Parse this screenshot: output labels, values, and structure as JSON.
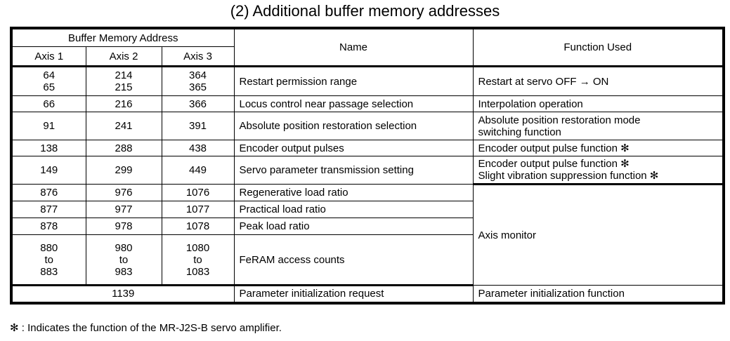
{
  "title": "(2) Additional buffer memory addresses",
  "table": {
    "group_header": "Buffer Memory Address",
    "columns": {
      "axis1": "Axis 1",
      "axis2": "Axis 2",
      "axis3": "Axis 3",
      "name": "Name",
      "function": "Function Used"
    },
    "rows": [
      {
        "axis1": "64\n65",
        "axis2": "214\n215",
        "axis3": "364\n365",
        "name": "Restart permission range",
        "function": "Restart at servo OFF → ON"
      },
      {
        "axis1": "66",
        "axis2": "216",
        "axis3": "366",
        "name": "Locus control near passage selection",
        "function": "Interpolation operation"
      },
      {
        "axis1": "91",
        "axis2": "241",
        "axis3": "391",
        "name": "Absolute position restoration selection",
        "function": "Absolute position restoration mode\nswitching function"
      },
      {
        "axis1": "138",
        "axis2": "288",
        "axis3": "438",
        "name": "Encoder output pulses",
        "function": "Encoder output pulse function ✻"
      },
      {
        "axis1": "149",
        "axis2": "299",
        "axis3": "449",
        "name": "Servo parameter transmission setting",
        "function": "Encoder output pulse function ✻\nSlight vibration suppression function ✻"
      },
      {
        "axis1": "876",
        "axis2": "976",
        "axis3": "1076",
        "name": "Regenerative load ratio",
        "function": ""
      },
      {
        "axis1": "877",
        "axis2": "977",
        "axis3": "1077",
        "name": "Practical load ratio",
        "function": ""
      },
      {
        "axis1": "878",
        "axis2": "978",
        "axis3": "1078",
        "name": "Peak load ratio",
        "function": ""
      },
      {
        "axis1": "880\nto\n883",
        "axis2": "980\nto\n983",
        "axis3": "1080\nto\n1083",
        "name": "FeRAM access counts",
        "function": ""
      }
    ],
    "merged_function_label": "Axis monitor",
    "last_row": {
      "address": "1139",
      "name": "Parameter initialization request",
      "function": "Parameter initialization function"
    }
  },
  "footnote": "✻ : Indicates the function of the MR-J2S-B servo amplifier."
}
